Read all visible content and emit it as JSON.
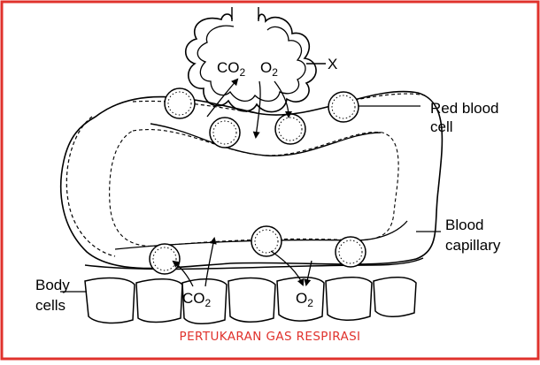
{
  "labels": {
    "x_marker": "X",
    "red_blood_cell_line1": "Red blood",
    "red_blood_cell_line2": "cell",
    "blood_capillary_line1": "Blood",
    "blood_capillary_line2": "capillary",
    "body_cells_line1": "Body",
    "body_cells_line2": "cells"
  },
  "alveolus": {
    "co2_text": "CO",
    "co2_sub": "2",
    "o2_text": "O",
    "o2_sub": "2"
  },
  "tissue": {
    "co2_text": "CO",
    "co2_sub": "2",
    "o2_text": "O",
    "o2_sub": "2"
  },
  "caption": "PERTUKARAN GAS RESPIRASI",
  "colors": {
    "frame": "#e0322c",
    "caption": "#e0322c",
    "ink": "#000000"
  }
}
